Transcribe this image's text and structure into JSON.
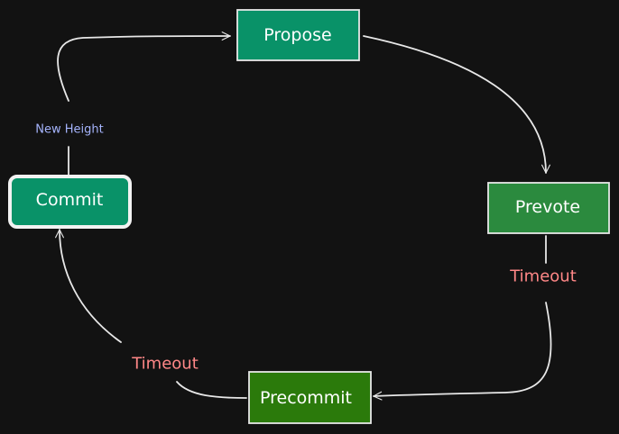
{
  "colors": {
    "background": "#121212",
    "stroke": "#e8e8e8",
    "propose_fill": "#099268",
    "prevote_fill": "#2b8a3e",
    "precommit_fill": "#2b7a0b",
    "commit_fill": "#099268",
    "new_height_text": "#a5b4fc",
    "timeout_text": "#ff8787"
  },
  "nodes": {
    "propose": {
      "label": "Propose"
    },
    "prevote": {
      "label": "Prevote"
    },
    "precommit": {
      "label": "Precommit"
    },
    "commit": {
      "label": "Commit"
    }
  },
  "edge_labels": {
    "new_height": "New Height",
    "timeout_prevote": "Timeout",
    "timeout_precommit": "Timeout"
  }
}
